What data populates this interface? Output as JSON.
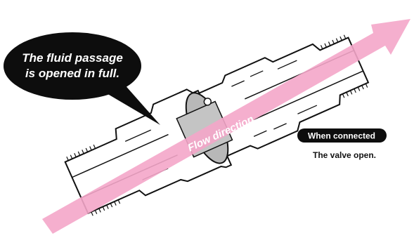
{
  "callout": {
    "line1": "The fluid passage",
    "line2": "is opened in full."
  },
  "flow": {
    "label": "Flow direction"
  },
  "status": {
    "title": "When connected",
    "subtitle": "The valve open."
  },
  "colors": {
    "arrow": "#f4a6c9",
    "outline": "#111111",
    "bubble": "#0d0d0d",
    "valve_gray": "#b8b8b8"
  }
}
